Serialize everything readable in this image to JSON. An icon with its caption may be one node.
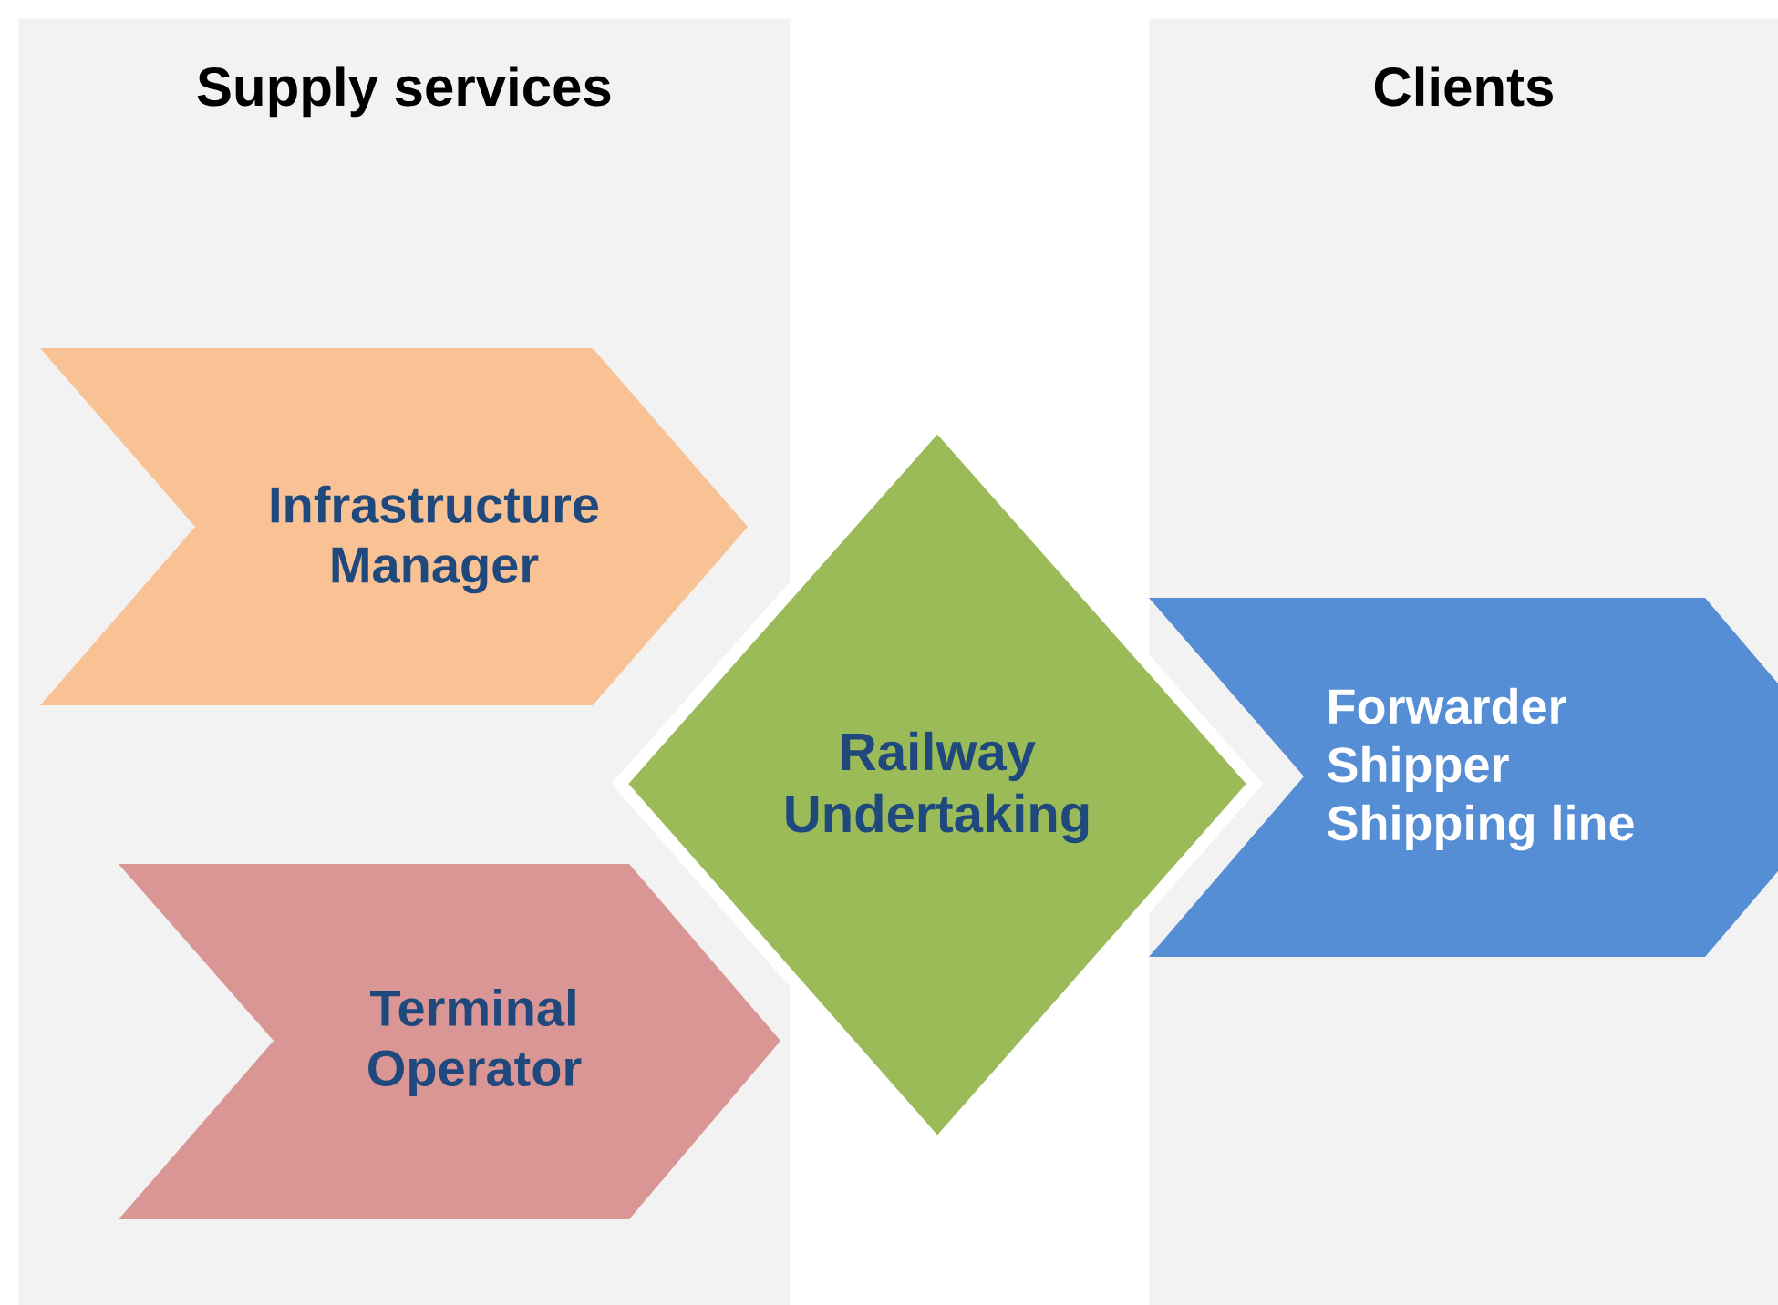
{
  "diagram": {
    "nodes": [
      {
        "text": [
          "Supply services"
        ]
      },
      {
        "text": [
          "Infrastructure Manager"
        ],
        "in": 0
      },
      {
        "text": [
          "Terminal Operator"
        ],
        "in": 0
      },
      {
        "text": [
          "Railway Undertaking"
        ]
      },
      {
        "text": [
          "Clients"
        ]
      },
      {
        "text": [
          "Forwarder",
          "Shipper",
          "Shipping line"
        ],
        "in": 4
      }
    ]
  }
}
